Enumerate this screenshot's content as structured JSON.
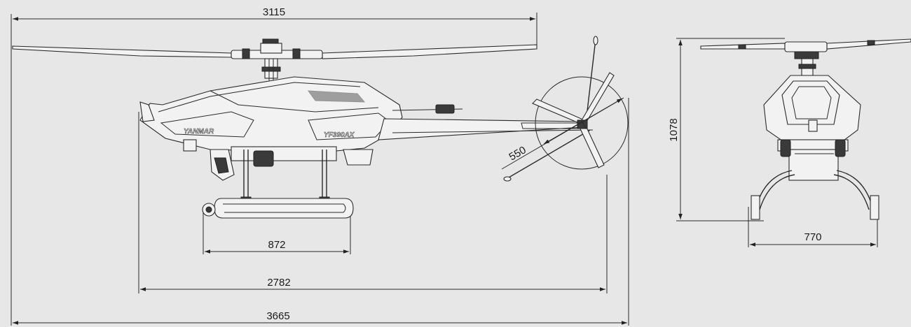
{
  "dimensions": {
    "rotor_span": "3115",
    "total_length": "3665",
    "body_length": "2782",
    "skid_length": "872",
    "tail_rotor_diameter": "550",
    "height": "1078",
    "skid_width": "770"
  },
  "markings": {
    "brand": "YANMAR",
    "model": "YF390AX"
  }
}
